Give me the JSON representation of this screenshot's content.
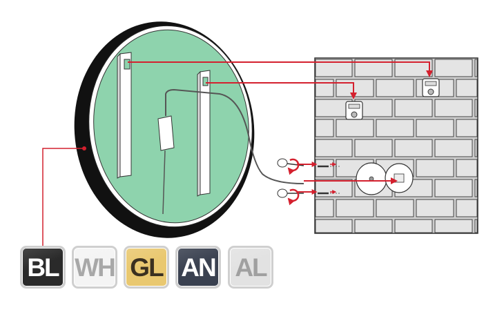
{
  "finish_options": [
    {
      "code": "BL",
      "color": "#2a2a2a",
      "text_color": "#ffffff"
    },
    {
      "code": "WH",
      "color": "#f4f4f4",
      "text_color": "#a8a8a8"
    },
    {
      "code": "GL",
      "color": "#e9c870",
      "text_color": "#3a3020"
    },
    {
      "code": "AN",
      "color": "#3a4150",
      "text_color": "#ffffff"
    },
    {
      "code": "AL",
      "color": "#e2e2e2",
      "text_color": "#a0a0a0"
    }
  ],
  "colors": {
    "mirror_back": "#8ed3ad",
    "frame": "#111111",
    "arrow": "#d4202e",
    "brick_fill": "#e4e4e4",
    "wall_bg": "#cfcfcf"
  }
}
